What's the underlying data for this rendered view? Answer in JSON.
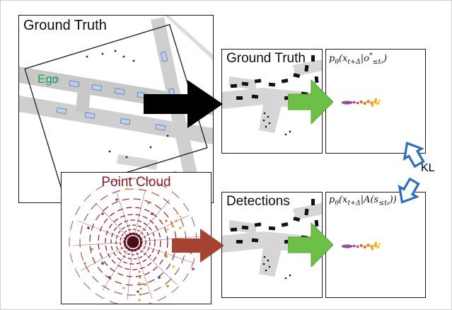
{
  "figure": {
    "left_top_panel": {
      "title": "Ground Truth",
      "ego_label": "Ego"
    },
    "left_bottom_panel": {
      "title": "Point Cloud"
    },
    "mid_top_panel": {
      "title": "Ground Truth"
    },
    "mid_bottom_panel": {
      "title": "Detections"
    },
    "right_top_panel": {
      "formula": [
        "p",
        "θ",
        "(x",
        "t+Δ",
        "|o",
        "*",
        "≤t₀",
        ")"
      ]
    },
    "right_bottom_panel": {
      "formula": [
        "p",
        "θ",
        "(x",
        "t+Δ",
        "|A(s",
        "≤t₀",
        "))"
      ]
    },
    "kl_label": "KL",
    "colors": {
      "black_arrow": "#000000",
      "red_arrow": "#a84230",
      "green_arrow": "#6dbf47",
      "green_arrow_edge": "#57a437",
      "blue_arrow": "#2a6fbe",
      "ego_text": "#2f9e44",
      "point_cloud_text": "#8e1b22"
    }
  }
}
